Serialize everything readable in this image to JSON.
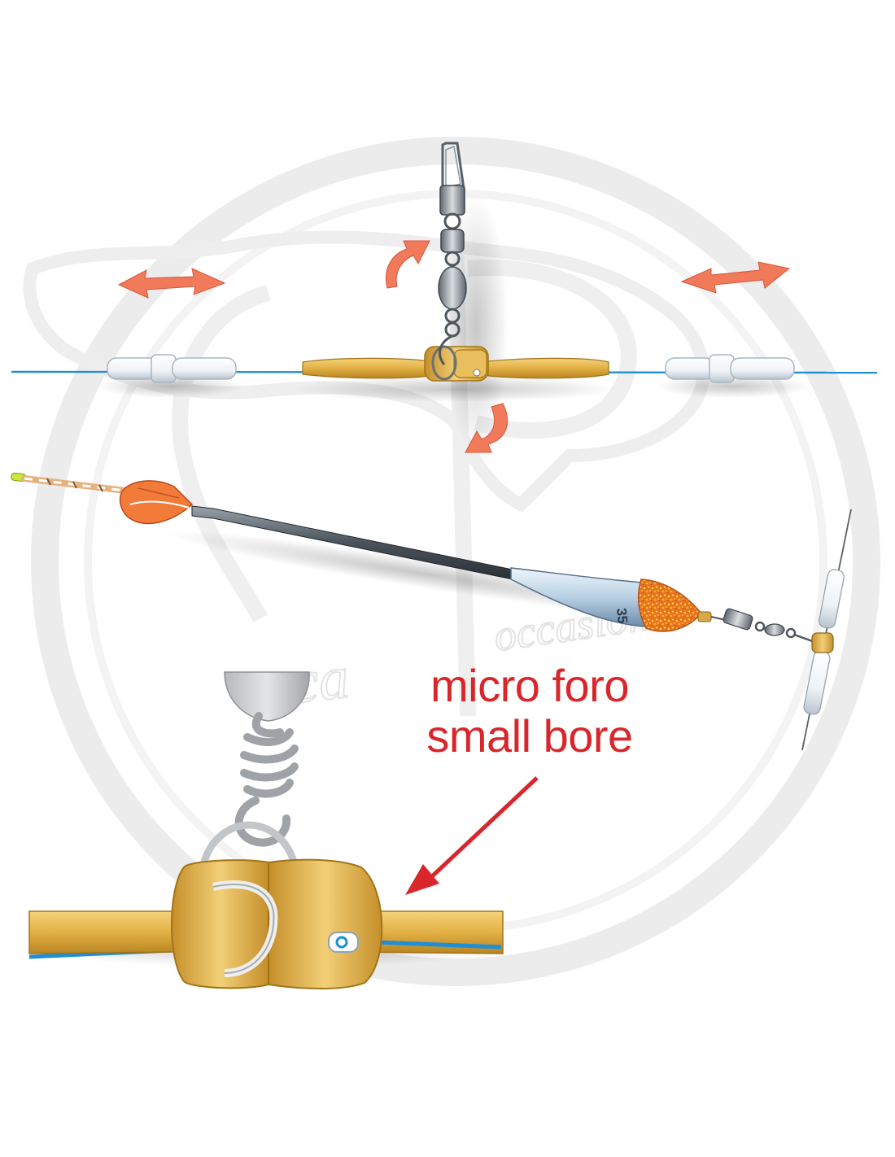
{
  "float": {
    "weight_mark": "35"
  },
  "callout": {
    "line1": "micro foro",
    "line2": "small bore"
  },
  "watermark": {
    "text_left": "esca",
    "text_right": "occasione"
  },
  "colors": {
    "fishing_line": "#1e8fd6",
    "connector_tube": "#e7b84a",
    "arrow_motion": "#f07a5a",
    "callout_text": "#d9262a",
    "float_body": "#cfe0ee",
    "float_lead": "#e8731f",
    "stop_bead": "#ffffff",
    "watermark": "#e8e8e8"
  }
}
